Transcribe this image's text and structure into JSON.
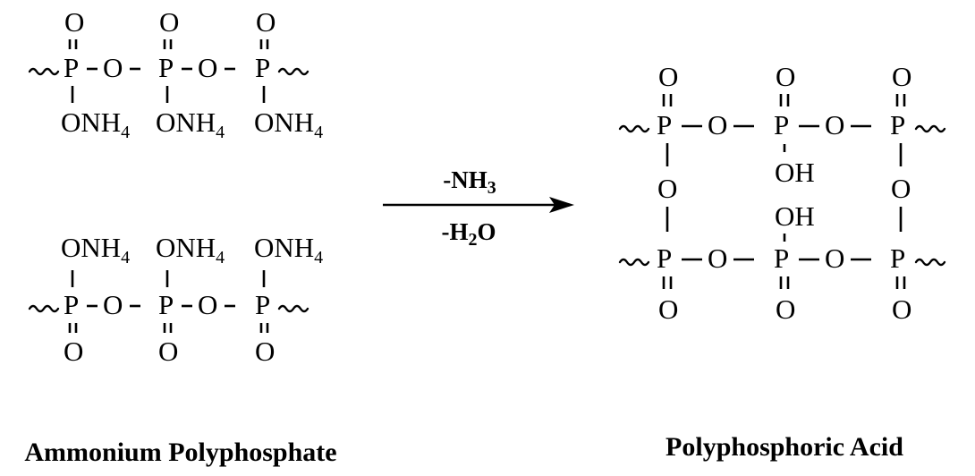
{
  "reactant": {
    "caption": "Ammonium Polyphosphate",
    "chains": [
      {
        "phosphorus": [
          "P",
          "P",
          "P"
        ],
        "bridge_oxygen": [
          "O",
          "O"
        ],
        "double_bond_oxygen": [
          "O",
          "O",
          "O"
        ],
        "substituents": [
          {
            "main": "ONH",
            "sub": "4"
          },
          {
            "main": "ONH",
            "sub": "4"
          },
          {
            "main": "ONH",
            "sub": "4"
          }
        ]
      },
      {
        "phosphorus": [
          "P",
          "P",
          "P"
        ],
        "bridge_oxygen": [
          "O",
          "O"
        ],
        "double_bond_oxygen": [
          "O",
          "O",
          "O"
        ],
        "substituents": [
          {
            "main": "ONH",
            "sub": "4"
          },
          {
            "main": "ONH",
            "sub": "4"
          },
          {
            "main": "ONH",
            "sub": "4"
          }
        ]
      }
    ]
  },
  "reaction": {
    "loss_1": {
      "main": "-NH",
      "sub": "3"
    },
    "loss_2": {
      "pre": "-H",
      "sub": "2",
      "post": "O"
    }
  },
  "product": {
    "caption": "Polyphosphoric Acid",
    "top_chain": {
      "phosphorus": [
        "P",
        "P",
        "P"
      ],
      "bridge_oxygen": [
        "O",
        "O"
      ],
      "double_bond_oxygen": [
        "O",
        "O",
        "O"
      ]
    },
    "bottom_chain": {
      "phosphorus": [
        "P",
        "P",
        "P"
      ],
      "bridge_oxygen": [
        "O",
        "O"
      ],
      "double_bond_oxygen": [
        "O",
        "O",
        "O"
      ]
    },
    "crosslink_oxygen": [
      "O",
      "O"
    ],
    "hydroxyl": [
      "OH",
      "OH"
    ]
  }
}
